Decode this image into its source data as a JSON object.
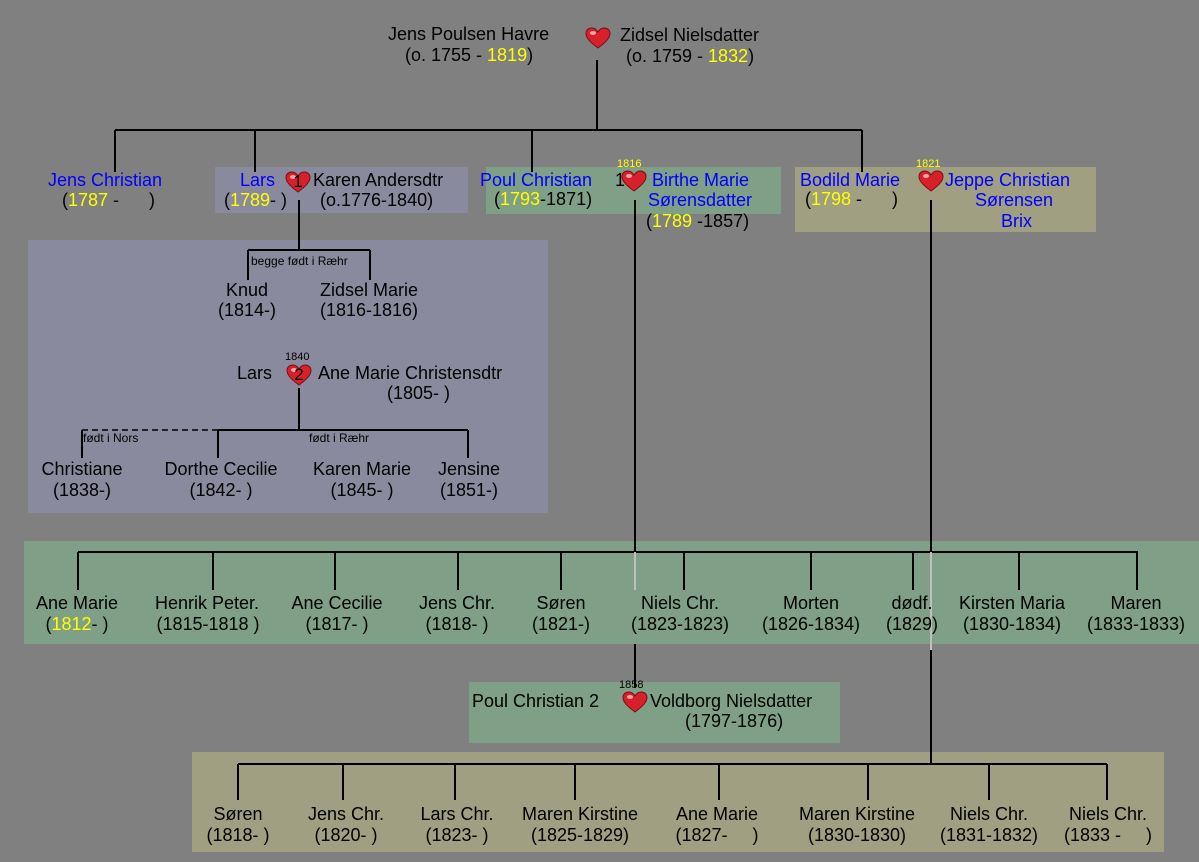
{
  "parents": {
    "father_name": "Jens Poulsen Havre",
    "father_open": "(o. 1755 - ",
    "father_death": "1819",
    "close": ")",
    "mother_name": "Zidsel Nielsdatter",
    "mother_open": "(o. 1759 - ",
    "mother_death": "1832"
  },
  "gen2": {
    "jens_name": "Jens Christian",
    "jens_open": "(",
    "jens_birth": "1787",
    "jens_rest": " -      )",
    "lars_name": "Lars",
    "lars_open": "(",
    "lars_birth": "1789",
    "lars_rest": "- )",
    "karen_name": "Karen Andersdtr",
    "karen_dates": "(o.1776-1840)",
    "poul_name": "Poul Christian",
    "poul_open": "(",
    "poul_birth": "1793",
    "poul_rest": "-1871)",
    "poul_marriage_year": "1816",
    "birthe_name1": "Birthe Marie",
    "birthe_name2": "Sørensdatter",
    "birthe_open": "(",
    "birthe_birth": "1789",
    "birthe_rest": " -1857)",
    "bodild_name": "Bodild Marie",
    "bodild_open": "(",
    "bodild_birth": "1798",
    "bodild_rest": " -      )",
    "bodild_marriage_year": "1821",
    "jeppe_name1": "Jeppe Christian",
    "jeppe_name2": "Sørensen",
    "jeppe_name3": "Brix"
  },
  "hearts": {
    "one": "1",
    "two": "2"
  },
  "lars_family": {
    "note1": "begge født i Ræhr",
    "c1_name": "Knud",
    "c1_dates": "(1814-)",
    "c2_name": "Zidsel Marie",
    "c2_dates": "(1816-1816)",
    "m2_year": "1840",
    "m2_lars": "Lars",
    "m2_wife": "Ane Marie Christensdtr",
    "m2_wife_dates": "(1805- )",
    "note_nors": "født i Nors",
    "note_raehr": "født i Ræhr",
    "k1_name": "Christiane",
    "k1_dates": "(1838-)",
    "k2_name": "Dorthe Cecilie",
    "k2_dates": "(1842- )",
    "k3_name": "Karen Marie",
    "k3_dates": "(1845- )",
    "k4_name": "Jensine",
    "k4_dates": "(1851-)"
  },
  "poul_children": [
    {
      "name": "Ane Marie",
      "pre": "(",
      "year": "1812",
      "post": "- )"
    },
    {
      "name": "Henrik Peter.",
      "dates": "(1815-1818 )"
    },
    {
      "name": "Ane Cecilie",
      "dates": "(1817- )"
    },
    {
      "name": "Jens Chr.",
      "dates": "(1818- )"
    },
    {
      "name": "Søren",
      "dates": "(1821-)"
    },
    {
      "name": "Niels Chr.",
      "dates": "(1823-1823)"
    },
    {
      "name": "Morten",
      "dates": "(1826-1834)"
    },
    {
      "name": "dødf.",
      "dates": "(1829)"
    },
    {
      "name": "Kirsten Maria",
      "dates": "(1830-1834)"
    },
    {
      "name": "Maren",
      "dates": "(1833-1833)"
    }
  ],
  "poul_m2": {
    "year": "1858",
    "name": "Poul Christian 2",
    "wife": "Voldborg Nielsdatter",
    "wife_dates": "(1797-1876)"
  },
  "bodild_children": [
    {
      "name": "Søren",
      "dates": "(1818- )"
    },
    {
      "name": "Jens Chr.",
      "dates": "(1820- )"
    },
    {
      "name": "Lars Chr.",
      "dates": "(1823- )"
    },
    {
      "name": "Maren Kirstine",
      "dates": "(1825-1829)"
    },
    {
      "name": "Ane Marie",
      "dates": "(1827-     )"
    },
    {
      "name": "Maren Kirstine",
      "dates": "(1830-1830)"
    },
    {
      "name": "Niels Chr.",
      "dates": "(1831-1832)"
    },
    {
      "name": "Niels Chr.",
      "dates": "(1833 -     )"
    }
  ],
  "colors": {
    "background": "#808080",
    "lars_box": "#8a8a9e",
    "poul_box": "#7f9f86",
    "bodild_box": "#a09f82",
    "link": "#0000ff",
    "year": "#ffff00",
    "heart": "#d8202b"
  }
}
